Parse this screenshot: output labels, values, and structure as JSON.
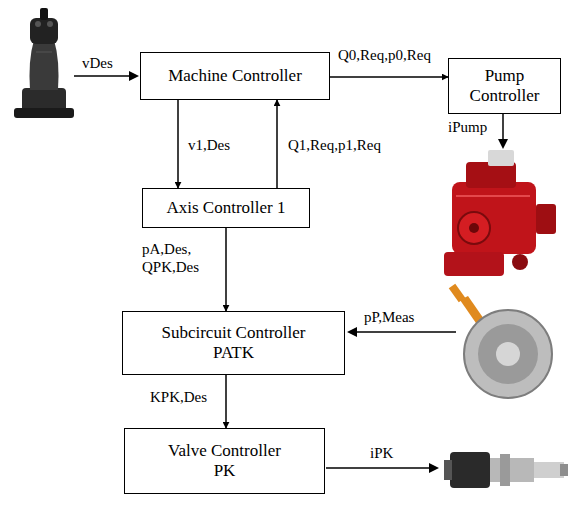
{
  "diagram": {
    "nodes": [
      {
        "text": [
          "Machine Controller"
        ]
      },
      {
        "text": [
          "Pump Controller"
        ]
      },
      {
        "text": [
          "Axis Controller 1"
        ]
      },
      {
        "text": [
          "Subcircuit Controller PATK"
        ]
      },
      {
        "text": [
          "Valve Controller PK"
        ]
      }
    ],
    "edges": [
      {
        "from": 0,
        "to": 1,
        "arrow": "to",
        "label": "Q0,Req,p0,Req"
      },
      {
        "from": 0,
        "to": 2,
        "arrow": "to",
        "label": "v1,Des"
      },
      {
        "from": 2,
        "to": 0,
        "arrow": "to",
        "label": "Q1,Req,p1,Req"
      },
      {
        "from": 2,
        "to": 3,
        "arrow": "to",
        "label": "pA,Des, QPK,Des"
      },
      {
        "from": 3,
        "to": 4,
        "arrow": "to",
        "label": "KPK,Des"
      }
    ],
    "labels": [
      "vDes",
      "iPump",
      "pP,Meas",
      "iPK"
    ]
  }
}
